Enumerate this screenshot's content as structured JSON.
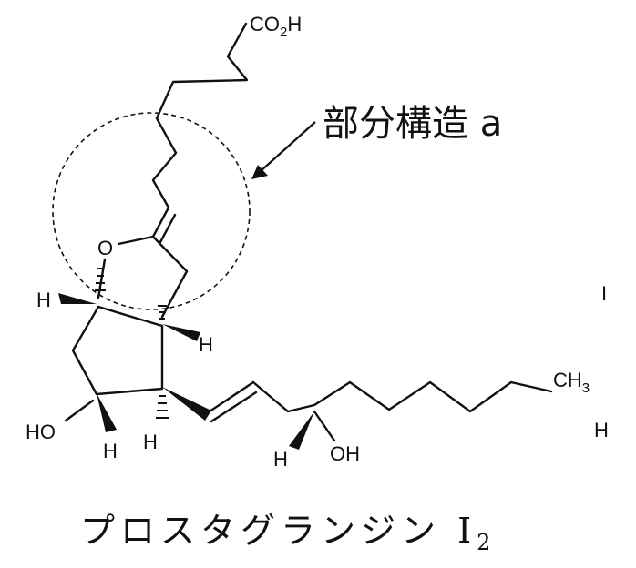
{
  "molecule": {
    "name": "プロスタグランジン I",
    "name_subscript": "2",
    "carboxyl": {
      "main": "CO",
      "sub": "2",
      "tail": "H"
    },
    "ring_oxygen": "O",
    "hydroxyl_left": "HO",
    "hydroxyl_right": "OH",
    "methyl": {
      "main": "CH",
      "sub": "3"
    },
    "hydrogen": "H",
    "stray_marks": [
      "I",
      "H"
    ]
  },
  "annotation": {
    "label": "部分構造 a"
  },
  "colors": {
    "ink": "#111111",
    "background": "#ffffff"
  }
}
